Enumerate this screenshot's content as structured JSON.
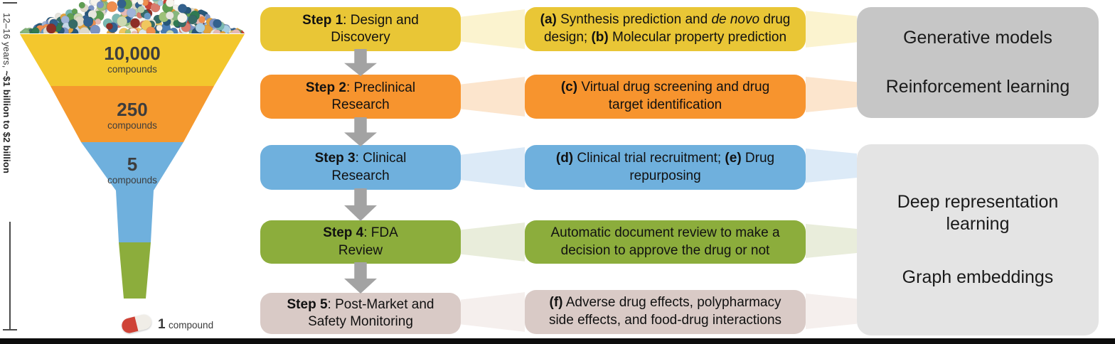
{
  "timeline": {
    "years": "12–16 years, ",
    "cost": "~$1 billion to $2 billion"
  },
  "funnel": {
    "stages": [
      {
        "value": "10,000",
        "unit": "compounds",
        "color": "#f3c72d"
      },
      {
        "value": "250",
        "unit": "compounds",
        "color": "#f5992e"
      },
      {
        "value": "5",
        "unit": "compounds",
        "color": "#6fb0dd"
      }
    ],
    "stem_color": "#8cad3c",
    "outcome": {
      "value": "1",
      "unit": "compound"
    }
  },
  "steps": [
    {
      "bold": "Step 1",
      "line1": ": Design and",
      "line2": "Discovery",
      "color": "#e9c636"
    },
    {
      "bold": "Step 2",
      "line1": ": Preclinical",
      "line2": "Research",
      "color": "#f7942e"
    },
    {
      "bold": "Step 3",
      "line1": ": Clinical",
      "line2": "Research",
      "color": "#6fb0dd"
    },
    {
      "bold": "Step 4",
      "line1": ": FDA",
      "line2": "Review",
      "color": "#8cad3c"
    },
    {
      "bold": "Step 5",
      "line1": ": Post-Market and",
      "line2": "Safety Monitoring",
      "color": "#d9cac6"
    }
  ],
  "applications": [
    {
      "l1b": "(a)",
      "l1t": " Synthesis prediction and ",
      "l1i": "de novo",
      "l1t2": " drug",
      "l2t": "design; ",
      "l2b": "(b)",
      "l2t2": " Molecular property prediction"
    },
    {
      "l1b": "(c)",
      "l1t": " Virtual drug screening and drug",
      "l2t": "target identification"
    },
    {
      "l1b": "(d)",
      "l1t": " Clinical trial recruitment; ",
      "l1b2": "(e)",
      "l1t2": " Drug",
      "l2t": "repurposing"
    },
    {
      "l1t": "Automatic document review to make a",
      "l2t": "decision to approve the drug or not"
    },
    {
      "l1b": "(f)",
      "l1t": " Adverse drug effects, polypharmacy",
      "l2t": "side effects, and food-drug interactions"
    }
  ],
  "ml_methods": [
    {
      "lines": [
        "Generative models",
        "Reinforcement learning"
      ],
      "color": "#c6c6c6"
    },
    {
      "lines": [
        "Deep representation learning",
        "Graph embeddings"
      ],
      "color": "#e4e4e4"
    }
  ],
  "colors": {
    "arrow": "#a3a3a3",
    "beam_yellow": "#fbf3cf",
    "beam_orange": "#fce5cd",
    "beam_blue": "#dceaf7",
    "beam_green": "#e9eddb",
    "beam_pink": "#f5efed"
  }
}
